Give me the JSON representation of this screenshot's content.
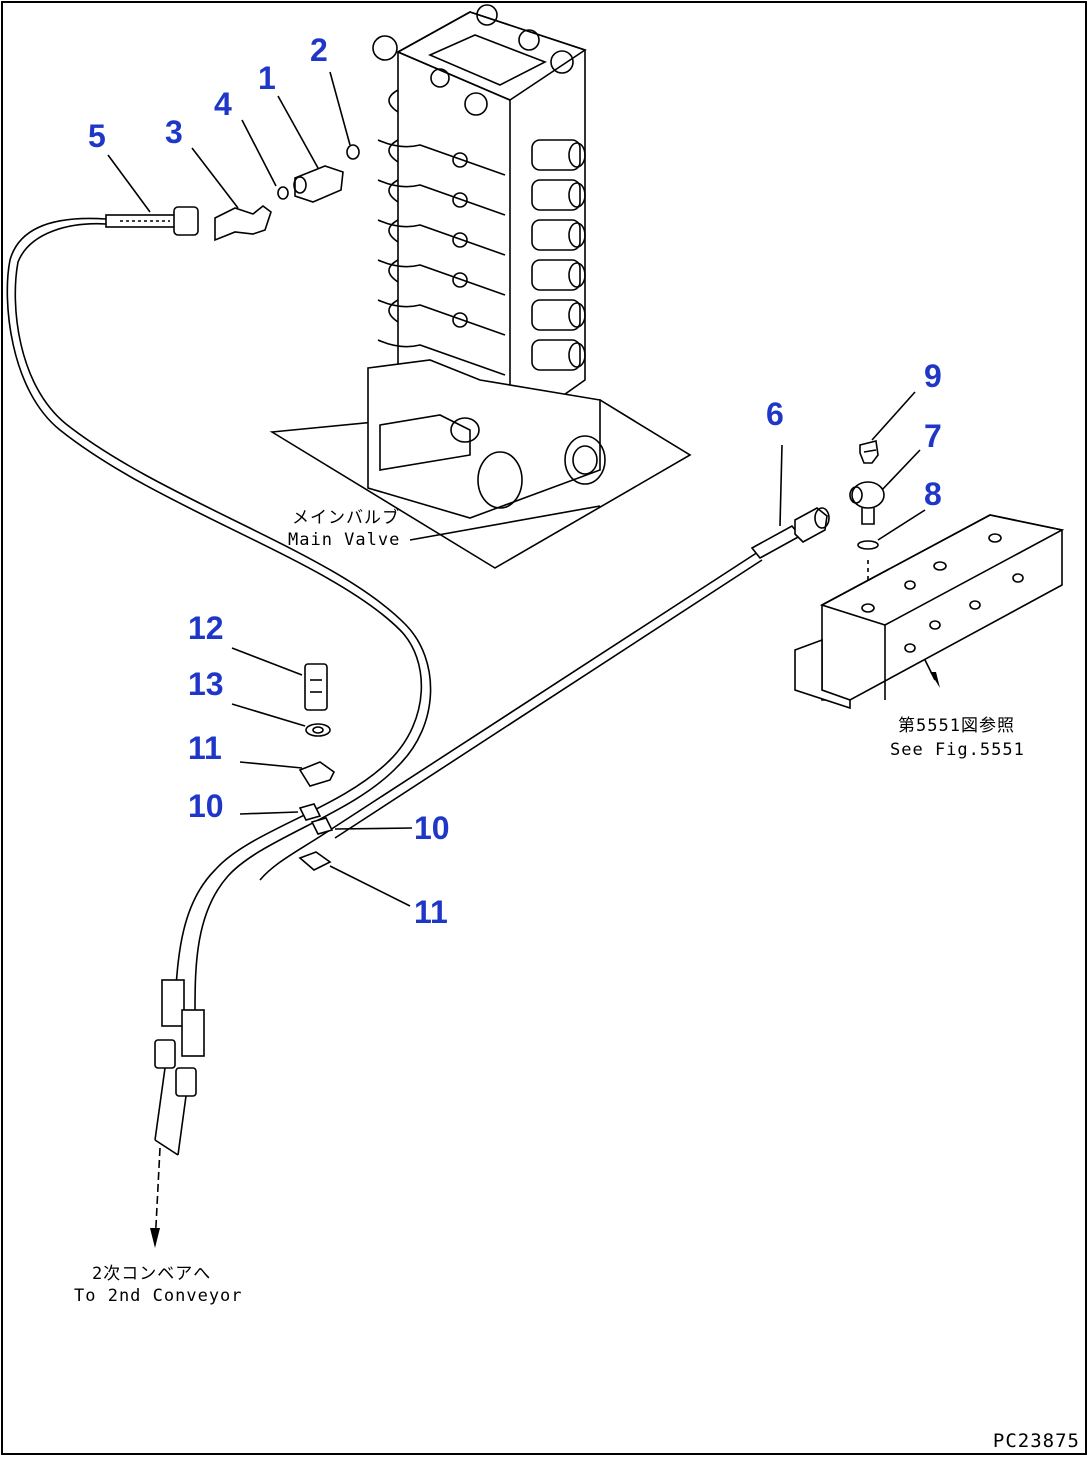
{
  "figure_id": "PC23875",
  "callouts": {
    "n1": "1",
    "n2": "2",
    "n3": "3",
    "n4": "4",
    "n5": "5",
    "n6": "6",
    "n7": "7",
    "n8": "8",
    "n9": "9",
    "n10a": "10",
    "n10b": "10",
    "n11a": "11",
    "n11b": "11",
    "n12": "12",
    "n13": "13"
  },
  "labels": {
    "main_valve_jp": "メインバルブ",
    "main_valve_en": "Main Valve",
    "ref_jp": "第5551図参照",
    "ref_en": "See Fig.5551",
    "conveyor_jp": "2次コンベアへ",
    "conveyor_en": "To 2nd Conveyor"
  },
  "colors": {
    "callout": "#1f37c8",
    "line": "#000000"
  }
}
